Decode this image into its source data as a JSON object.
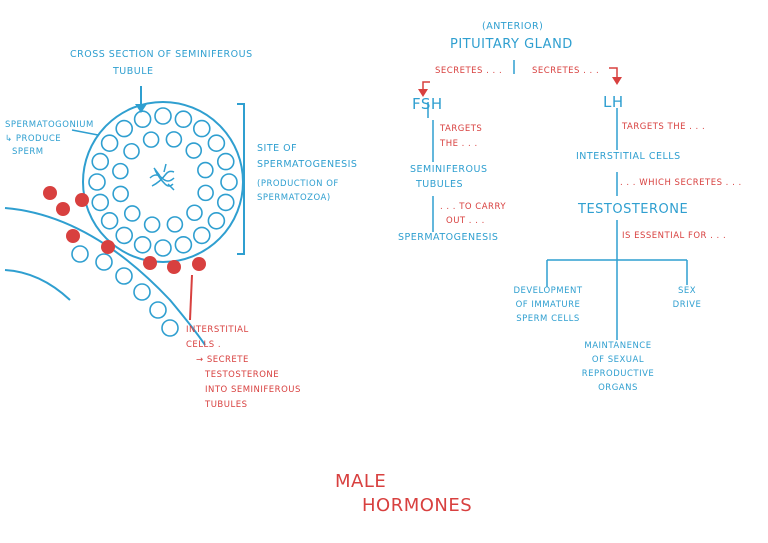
{
  "colors": {
    "blue": "#2f9fd0",
    "red": "#d8403f"
  },
  "left": {
    "cross_section_line1": "Cross section of seminiferous",
    "cross_section_line2": "tubule",
    "spermatogonium": "Spermatogonium",
    "produce_line1": "↳ produce",
    "produce_line2": "sperm",
    "site_line1": "Site of",
    "site_line2": "Spermatogenesis",
    "site_line3": "(production of",
    "site_line4": "spermatozoa)",
    "interstitial_line1": "Interstitial",
    "interstitial_line2": "cells .",
    "interstitial_line3": "→ secrete",
    "interstitial_line4": "testosterone",
    "interstitial_line5": "into seminiferous",
    "interstitial_line6": "tubules"
  },
  "right": {
    "anterior": "(Anterior)",
    "pituitary": "Pituitary gland",
    "secretes_left": "Secretes . . .",
    "secretes_right": "Secretes . . .",
    "fsh": "FSH",
    "lh": "LH",
    "targets_the_line1": "Targets",
    "targets_the_line2": "the . . .",
    "seminiferous_line1": "Seminiferous",
    "seminiferous_line2": "tubules",
    "to_carry_line1": ". . . to carry",
    "to_carry_line2": "out . . .",
    "spermatogenesis": "Spermatogenesis",
    "targets_the_lh": "Targets the . . .",
    "interstitial_cells": "Interstitial cells",
    "which_secretes": ". . . which secretes . . .",
    "testosterone": "Testosterone",
    "essential_for": "is essential for . . .",
    "development_line1": "Development",
    "development_line2": "of immature",
    "development_line3": "sperm cells",
    "sex_line1": "Sex",
    "sex_line2": "drive",
    "maintenance_line1": "Maintanence",
    "maintenance_line2": "of sexual",
    "maintenance_line3": "reproductive",
    "maintenance_line4": "organs"
  },
  "title": {
    "line1": "Male",
    "line2": "Hormones"
  }
}
